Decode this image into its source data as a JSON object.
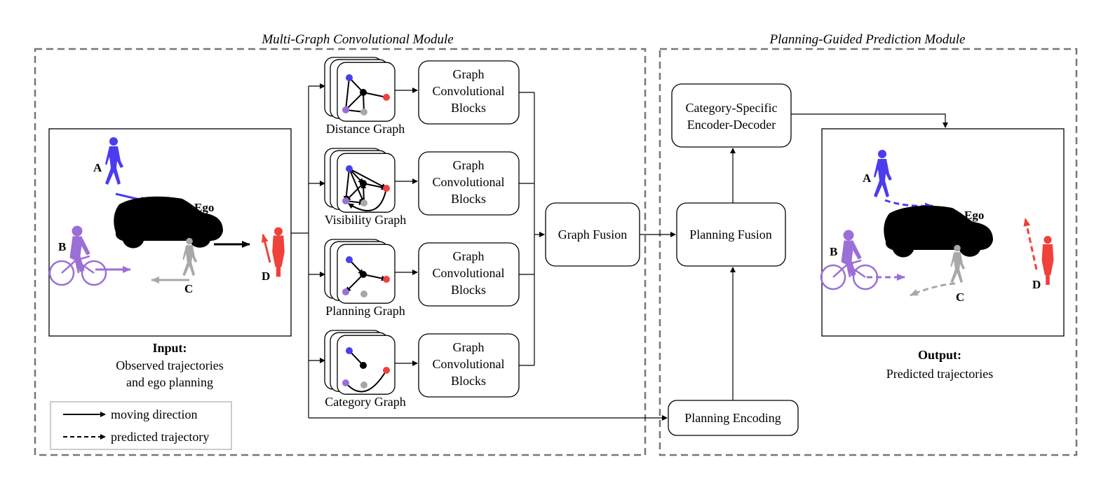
{
  "modules": {
    "left_title": "Multi-Graph Convolutional Module",
    "right_title": "Planning-Guided Prediction Module"
  },
  "input": {
    "heading": "Input:",
    "line1": "Observed trajectories",
    "line2": "and ego planning",
    "agents": {
      "a": "A",
      "b": "B",
      "c": "C",
      "d": "D",
      "ego": "Ego"
    }
  },
  "output": {
    "heading": "Output:",
    "line1": "Predicted trajectories",
    "agents": {
      "a": "A",
      "b": "B",
      "c": "C",
      "d": "D",
      "ego": "Ego"
    }
  },
  "legend": {
    "moving": "moving direction",
    "predicted": "predicted trajectory"
  },
  "graphs": [
    {
      "label": "Distance Graph",
      "gcb": [
        "Graph",
        "Convolutional",
        "Blocks"
      ]
    },
    {
      "label": "Visibility Graph",
      "gcb": [
        "Graph",
        "Convolutional",
        "Blocks"
      ]
    },
    {
      "label": "Planning Graph",
      "gcb": [
        "Graph",
        "Convolutional",
        "Blocks"
      ]
    },
    {
      "label": "Category Graph",
      "gcb": [
        "Graph",
        "Convolutional",
        "Blocks"
      ]
    }
  ],
  "blocks": {
    "graph_fusion": "Graph Fusion",
    "planning_fusion": "Planning Fusion",
    "planning_encoding": "Planning Encoding",
    "encoder_decoder": [
      "Category-Specific",
      "Encoder-Decoder"
    ]
  },
  "colors": {
    "agent_a": "#4b3cf0",
    "agent_b": "#9b6fd6",
    "agent_c": "#a8a8a8",
    "agent_d": "#f0413a",
    "ego": "#000000"
  }
}
